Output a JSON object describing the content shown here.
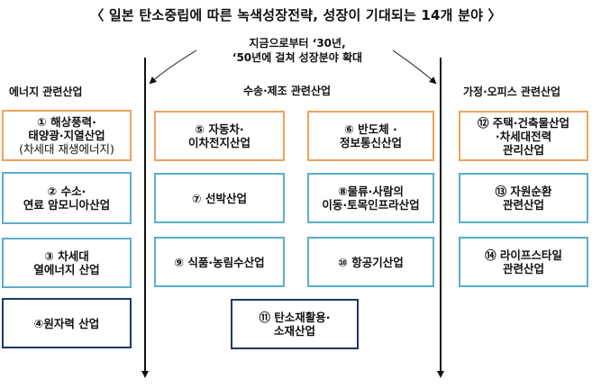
{
  "title": "〈 일본 탄소중립에 따른 녹색성장전략, 성장이 기대되는 14개 분야 〉",
  "note": [
    "지금으로부터 ‘30년,",
    "‘50년에 걸쳐 성장분야 확대"
  ],
  "columns": {
    "energy": "에너지 관련산업",
    "transport": "수송·제조 관련산업",
    "home": "가정·오피스 관련산업"
  },
  "colors": {
    "orange": "#F0A15C",
    "blue": "#5AAFC9",
    "navy": "#1F3864"
  },
  "boxes": {
    "b1": {
      "lines": [
        "① 해상풍력·",
        "태양광·지열산업"
      ],
      "sub": "(차세대 재생에너지)",
      "color": "orange"
    },
    "b2": {
      "lines": [
        "② 수소·",
        "연료 암모니아산업"
      ],
      "color": "blue"
    },
    "b3": {
      "lines": [
        "③ 차세대",
        "열에너지 산업"
      ],
      "color": "blue"
    },
    "b4": {
      "lines": [
        "④원자력 산업"
      ],
      "color": "navy"
    },
    "b5": {
      "lines": [
        "⑤ 자동차·",
        "이차전지산업"
      ],
      "color": "orange"
    },
    "b6": {
      "lines": [
        "⑥ 반도체 ·",
        "정보통신산업"
      ],
      "color": "orange"
    },
    "b7": {
      "lines": [
        "⑦ 선박산업"
      ],
      "color": "blue"
    },
    "b8": {
      "lines": [
        "⑧물류·사람의",
        "이동·토목인프라산업"
      ],
      "color": "blue"
    },
    "b9": {
      "lines": [
        "⑨ 식품·농림수산업"
      ],
      "color": "blue"
    },
    "b10": {
      "lines": [
        "⑩ 항공기산업"
      ],
      "color": "blue"
    },
    "b11": {
      "lines": [
        "⑪ 탄소재활용·",
        "소재산업"
      ],
      "color": "navy"
    },
    "b12": {
      "lines": [
        "⑫ 주택·건축물산업",
        "·차세대전력",
        "관리산업"
      ],
      "color": "orange"
    },
    "b13": {
      "lines": [
        "⑬ 자원순환",
        "관련산업"
      ],
      "color": "blue"
    },
    "b14": {
      "lines": [
        "⑭ 라이프스타일",
        "관련산업"
      ],
      "color": "blue"
    }
  }
}
